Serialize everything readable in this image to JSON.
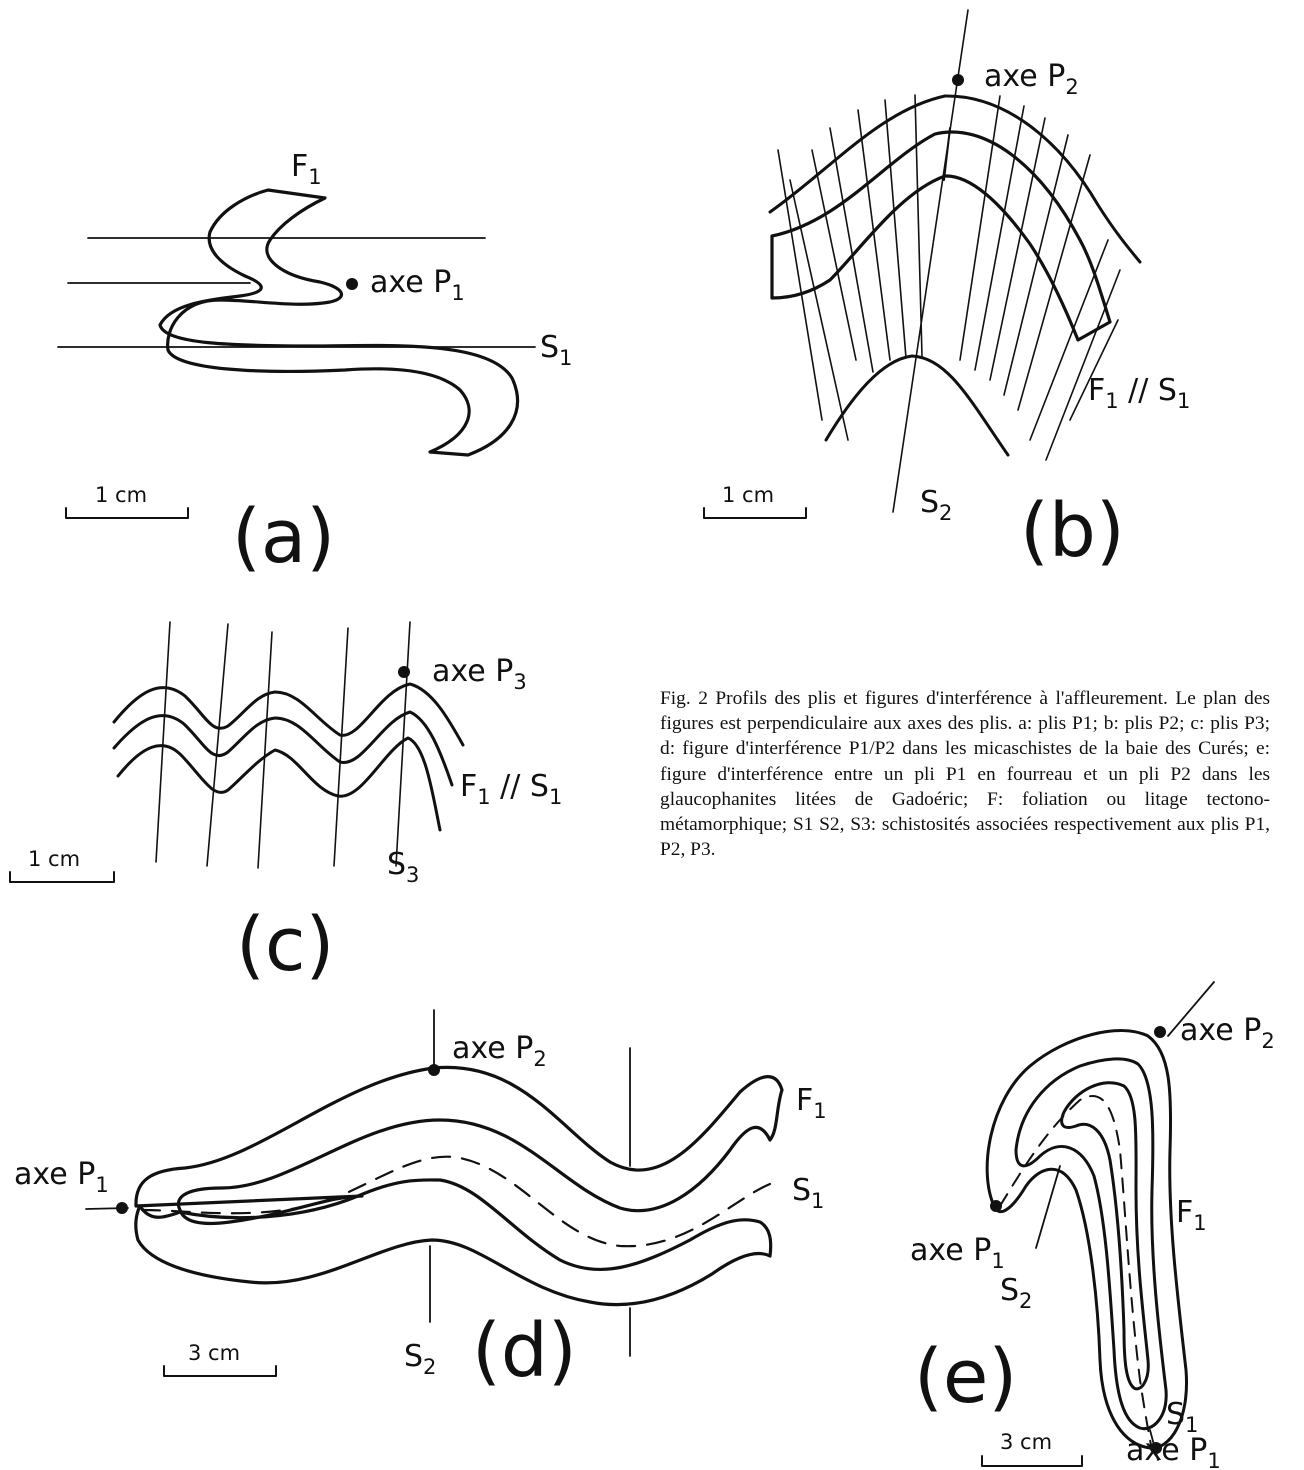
{
  "caption": "Fig. 2  Profils des plis et figures d'interférence à l'affleurement. Le plan des figures est perpendiculaire aux axes des plis. a: plis P1; b: plis P2; c: plis P3; d: figure d'interférence P1/P2 dans les micaschistes de la baie des Curés; e: figure d'interférence entre un pli P1 en fourreau et un pli P2 dans les glaucophanites litées de Gadoéric; F: foliation ou litage tectono-métamorphique; S1 S2, S3: schistosités associées respectivement aux plis P1, P2, P3.",
  "panels": {
    "a": {
      "letter": "(a)",
      "labels": {
        "f1_main": "F",
        "f1_sub": "1",
        "axe_main": "axe P",
        "axe_sub": "1",
        "s1_main": "S",
        "s1_sub": "1"
      },
      "scale": "1 cm"
    },
    "b": {
      "letter": "(b)",
      "labels": {
        "axe_main": "axe P",
        "axe_sub": "2",
        "fs_main_1": "F",
        "fs_sub_1": "1",
        "fs_mid": " // S",
        "fs_sub_2": "1",
        "s2_main": "S",
        "s2_sub": "2"
      },
      "scale": "1 cm"
    },
    "c": {
      "letter": "(c)",
      "labels": {
        "axe_main": "axe P",
        "axe_sub": "3",
        "fs_main_1": "F",
        "fs_sub_1": "1",
        "fs_mid": " // S",
        "fs_sub_2": "1",
        "s3_main": "S",
        "s3_sub": "3"
      },
      "scale": "1 cm"
    },
    "d": {
      "letter": "(d)",
      "labels": {
        "axe_p1_main": "axe P",
        "axe_p1_sub": "1",
        "axe_p2_main": "axe P",
        "axe_p2_sub": "2",
        "f1_main": "F",
        "f1_sub": "1",
        "s1_main": "S",
        "s1_sub": "1",
        "s2_main": "S",
        "s2_sub": "2"
      },
      "scale": "3 cm"
    },
    "e": {
      "letter": "(e)",
      "labels": {
        "axe_p2_main": "axe P",
        "axe_p2_sub": "2",
        "f1_main": "F",
        "f1_sub": "1",
        "axe_p1a_main": "axe P",
        "axe_p1a_sub": "1",
        "s2_main": "S",
        "s2_sub": "2",
        "s1_main": "S",
        "s1_sub": "1",
        "axe_p1b_main": "axe P",
        "axe_p1b_sub": "1"
      },
      "scale": "3 cm"
    }
  }
}
